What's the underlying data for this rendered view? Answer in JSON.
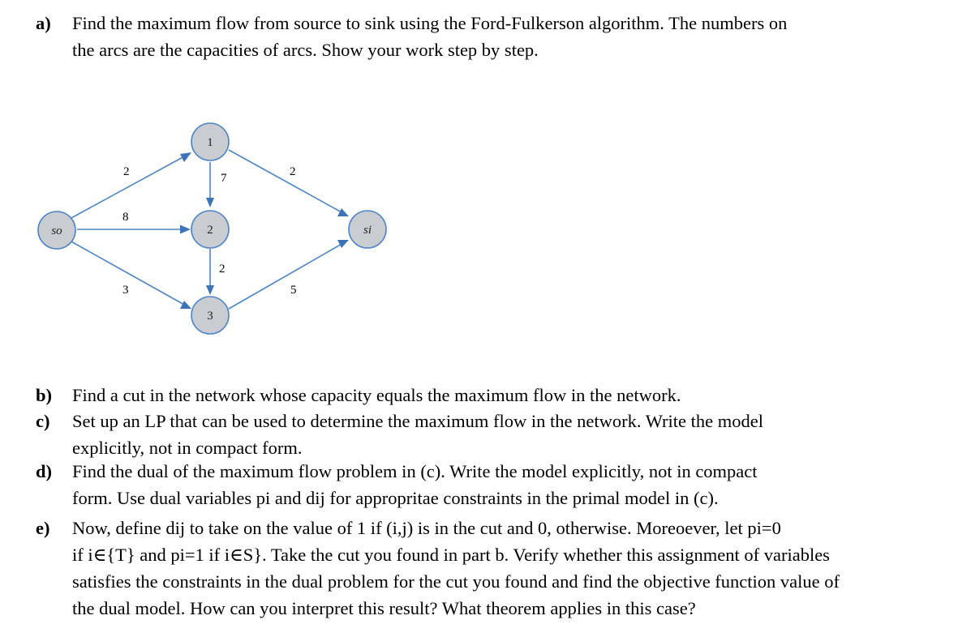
{
  "questions": [
    {
      "label": "a)",
      "lines": [
        "Find the maximum flow from source to sink using the Ford-Fulkerson algorithm. The numbers on",
        "the arcs are the capacities of arcs. Show your work step by step."
      ]
    },
    {
      "label": "b)",
      "lines": [
        "Find a cut in the network whose capacity equals the maximum flow in the network."
      ]
    },
    {
      "label": "c)",
      "lines": [
        "Set up an LP that can be used to determine the maximum flow in the network. Write the model",
        "explicitly, not in compact form."
      ]
    },
    {
      "label": "d)",
      "lines": [
        "Find the dual of the maximum flow problem in (c). Write the model explicitly, not in compact",
        "form. Use dual variables pi and dij for appropritae constraints in the primal model in (c)."
      ]
    },
    {
      "label": "e)",
      "lines": [
        "Now, define dij to take on the value of 1 if (i,j) is in the cut and 0, otherwise. Moreoever, let pi=0",
        "if i∈{T} and pi=1 if i∈S}. Take the cut you found in part b. Verify whether this assignment of variables",
        "satisfies the constraints in the dual problem for the cut you found and find the objective function value of",
        "the dual model. How can you interpret this result? What theorem applies in this case?"
      ]
    }
  ],
  "network": {
    "nodes": [
      {
        "id": "so",
        "label": "so"
      },
      {
        "id": "n1",
        "label": "1"
      },
      {
        "id": "n2",
        "label": "2"
      },
      {
        "id": "n3",
        "label": "3"
      },
      {
        "id": "si",
        "label": "si"
      }
    ],
    "arcs": [
      {
        "from": "so",
        "to": "n1",
        "capacity": "2"
      },
      {
        "from": "so",
        "to": "n2",
        "capacity": "8"
      },
      {
        "from": "so",
        "to": "n3",
        "capacity": "3"
      },
      {
        "from": "n1",
        "to": "n2",
        "capacity": "7"
      },
      {
        "from": "n2",
        "to": "n3",
        "capacity": "2"
      },
      {
        "from": "n1",
        "to": "si",
        "capacity": "2"
      },
      {
        "from": "n3",
        "to": "si",
        "capacity": "5"
      }
    ],
    "colors": {
      "node_fill": "#c9ccd1",
      "node_stroke": "#4d86c6",
      "arc": "#4d86c6"
    }
  }
}
